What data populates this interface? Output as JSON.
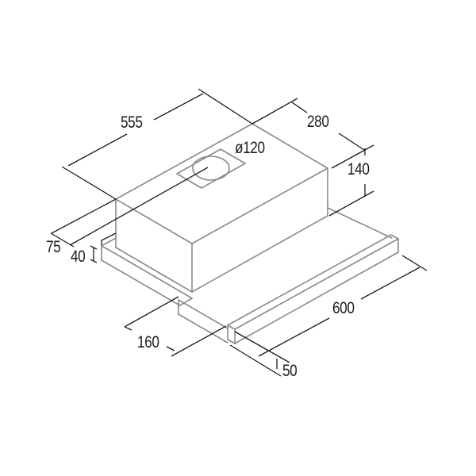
{
  "diagram": {
    "subject": "Telescopic cooker hood dimension drawing",
    "units": "mm",
    "colors": {
      "outline": "#8a8a8a",
      "dimension_line": "#1a1a1a",
      "text": "#1c1c1c",
      "background": "#ffffff"
    },
    "dimensions": {
      "width_body": "555",
      "depth_body": "280",
      "duct_diameter": "ø120",
      "height_body": "140",
      "offset_left": "75",
      "base_height": "40",
      "extraction_depth": "160",
      "total_width": "600",
      "front_panel_depth": "50"
    }
  }
}
